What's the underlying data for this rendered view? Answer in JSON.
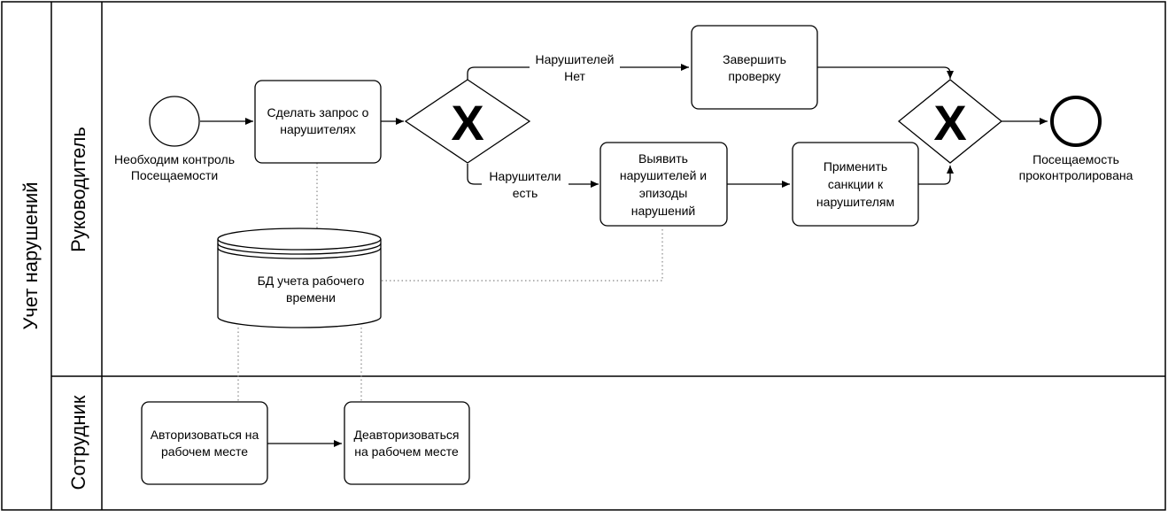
{
  "pool": {
    "title": "Учет нарушений"
  },
  "lanes": [
    {
      "id": "manager",
      "title": "Руководитель"
    },
    {
      "id": "employee",
      "title": "Сотрудник"
    }
  ],
  "events": {
    "start": {
      "label": [
        "Необходим контроль",
        "Посещаемости"
      ]
    },
    "end": {
      "label": [
        "Посещаемость",
        "проконтролирована"
      ]
    }
  },
  "tasks": {
    "request": {
      "label": [
        "Сделать запрос о",
        "нарушителях"
      ]
    },
    "finish": {
      "label": [
        "Завершить",
        "проверку"
      ]
    },
    "identify": {
      "label": [
        "Выявить",
        "нарушителей и",
        "эпизоды",
        "нарушений"
      ]
    },
    "sanctions": {
      "label": [
        "Применить",
        "санкции к",
        "нарушителям"
      ]
    },
    "login": {
      "label": [
        "Авторизоваться на",
        "рабочем месте"
      ]
    },
    "logout": {
      "label": [
        "Деавторизоваться",
        "на рабочем месте"
      ]
    }
  },
  "datastore": {
    "label": [
      "БД учета рабочего",
      "времени"
    ]
  },
  "gateways": {
    "split": {
      "symbol": "X"
    },
    "merge": {
      "symbol": "X"
    }
  },
  "flows": {
    "no_violators": [
      "Нарушителей",
      "Нет"
    ],
    "has_violators": [
      "Нарушители",
      "есть"
    ]
  }
}
